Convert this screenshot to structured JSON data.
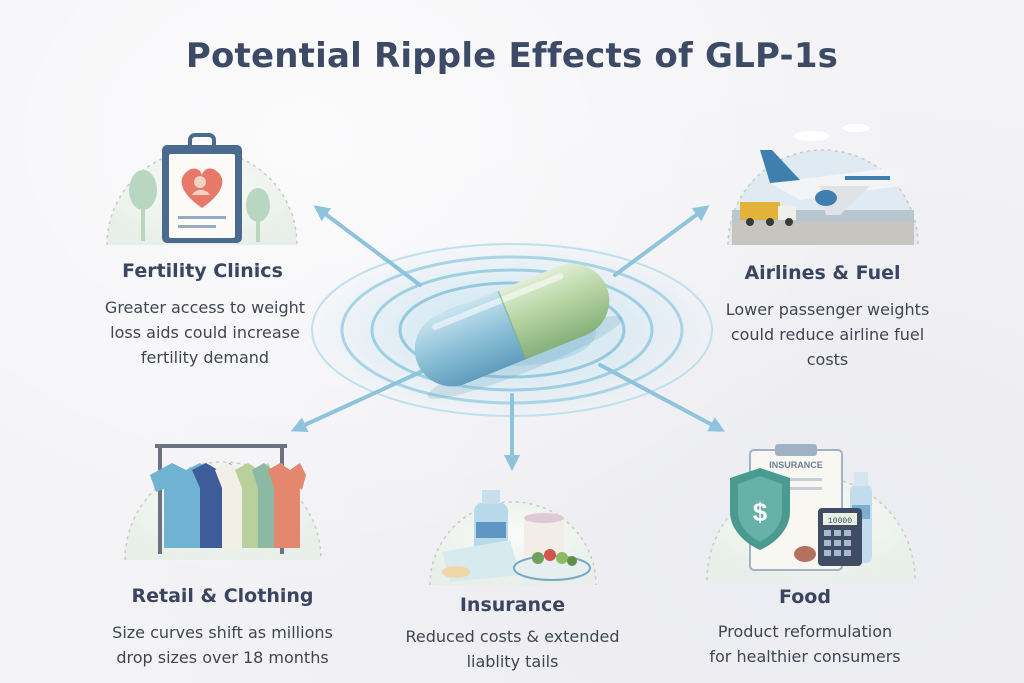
{
  "title": "Potential Ripple Effects of GLP-1s",
  "center": {
    "icon": "pill-icon"
  },
  "nodes": {
    "fertility": {
      "icon": "clipboard-heart-icon",
      "label": "Fertility Clinics",
      "desc": [
        "Greater access to weight",
        "loss aids could increase",
        "fertility demand"
      ]
    },
    "airlines": {
      "icon": "airplane-fuel-truck-icon",
      "label": "Airlines & Fuel",
      "desc": [
        "Lower passenger weights",
        "could reduce airline fuel",
        "costs"
      ]
    },
    "retail": {
      "icon": "clothing-rack-icon",
      "label": "Retail & Clothing",
      "desc": [
        "Size curves shift as millions",
        "drop sizes over 18 months"
      ]
    },
    "insurance": {
      "icon": "food-and-water-icon",
      "label": "Insurance",
      "desc": [
        "Reduced costs & extended",
        "liablity tails"
      ]
    },
    "food": {
      "icon": "insurance-shield-calculator-icon",
      "label": "Food",
      "desc": [
        "Product reformulation",
        "for healthier consumers"
      ],
      "form_heading": "INSURANCE",
      "calculator_display": "10000"
    }
  },
  "colors": {
    "title": "#3d4a66",
    "arrow": "#8fc3dc",
    "pill_blue": "#8fc1d8",
    "pill_green": "#b8d6a8",
    "ripple": "#a9d3e6"
  }
}
